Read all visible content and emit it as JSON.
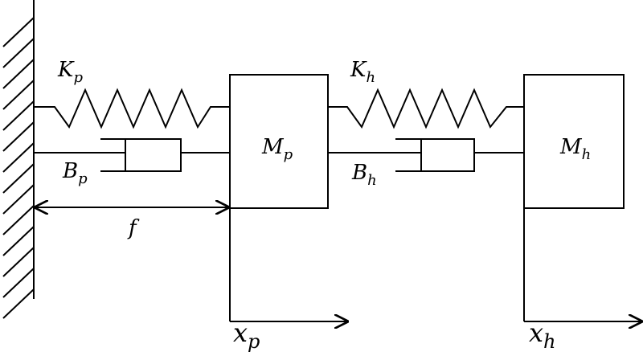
{
  "labels": {
    "spring_p": {
      "main": "K",
      "sub": "p"
    },
    "damper_p": {
      "main": "B",
      "sub": "p"
    },
    "mass_p": {
      "main": "M",
      "sub": "p"
    },
    "spring_h": {
      "main": "K",
      "sub": "h"
    },
    "damper_h": {
      "main": "B",
      "sub": "h"
    },
    "mass_h": {
      "main": "M",
      "sub": "h"
    },
    "force": {
      "main": "f"
    },
    "disp_p": {
      "main": "x",
      "sub": "p"
    },
    "disp_h": {
      "main": "x",
      "sub": "h"
    }
  }
}
